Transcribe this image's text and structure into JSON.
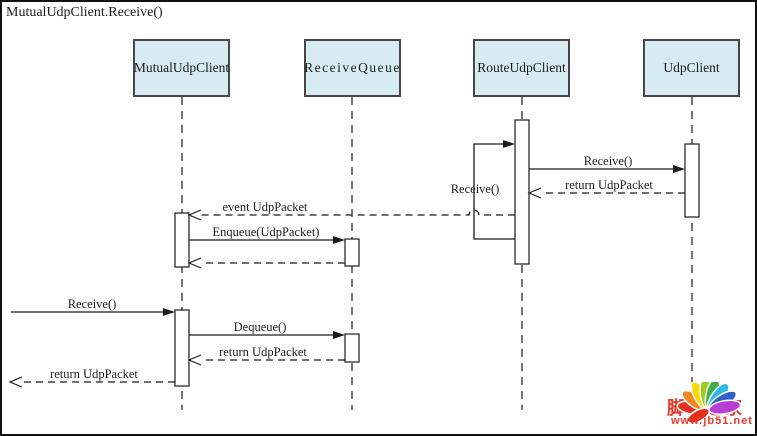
{
  "title": "MutualUdpClient.Receive()",
  "colors": {
    "box_fill": "#d7ecf2",
    "box_border": "#474747",
    "line_color": "#1c1c1c",
    "label_color": "#1c1c1c",
    "watermark_red": "#e8382a",
    "background": "#ffffff"
  },
  "lifelines": [
    {
      "id": "mutual",
      "label": "MutualUdpClient"
    },
    {
      "id": "queue",
      "label": "ReceiveQueue"
    },
    {
      "id": "route",
      "label": "RouteUdpClient"
    },
    {
      "id": "udp",
      "label": "UdpClient"
    }
  ],
  "messages": [
    {
      "label": "Receive()",
      "from": "RouteUdpClient",
      "to": "RouteUdpClient",
      "kind": "self-call",
      "line": "solid"
    },
    {
      "label": "Receive()",
      "from": "RouteUdpClient",
      "to": "UdpClient",
      "kind": "call",
      "line": "solid"
    },
    {
      "label": "return UdpPacket",
      "from": "UdpClient",
      "to": "RouteUdpClient",
      "kind": "return",
      "line": "dashed"
    },
    {
      "label": "event UdpPacket",
      "from": "RouteUdpClient",
      "to": "MutualUdpClient",
      "kind": "event",
      "line": "dashed"
    },
    {
      "label": "Enqueue(UdpPacket)",
      "from": "MutualUdpClient",
      "to": "ReceiveQueue",
      "kind": "call",
      "line": "solid"
    },
    {
      "label": "",
      "from": "ReceiveQueue",
      "to": "MutualUdpClient",
      "kind": "return",
      "line": "dashed"
    },
    {
      "label": "Receive()",
      "from": "external",
      "to": "MutualUdpClient",
      "kind": "call",
      "line": "solid"
    },
    {
      "label": "Dequeue()",
      "from": "MutualUdpClient",
      "to": "ReceiveQueue",
      "kind": "call",
      "line": "solid"
    },
    {
      "label": "return UdpPacket",
      "from": "ReceiveQueue",
      "to": "MutualUdpClient",
      "kind": "return",
      "line": "dashed"
    },
    {
      "label": "return UdpPacket",
      "from": "MutualUdpClient",
      "to": "external",
      "kind": "return",
      "line": "dashed"
    }
  ],
  "watermark": {
    "site_name": "脚本之家",
    "site_url": "www.jb51.net",
    "petal_colors": [
      "#e53020",
      "#f5861f",
      "#f8d800",
      "#9acd1e",
      "#3cb043",
      "#2bb9e8",
      "#2f62c9",
      "#b73fd3",
      "#e53020"
    ]
  }
}
